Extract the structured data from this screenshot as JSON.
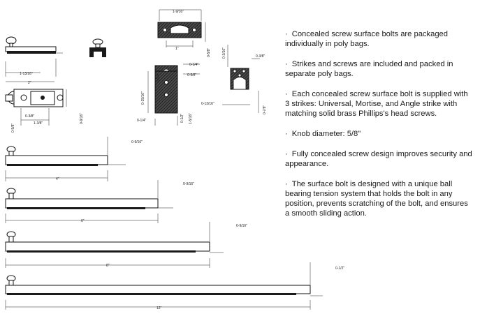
{
  "features": [
    {
      "bullet": "·",
      "text": "Concealed screw surface bolts are packaged individually in poly bags."
    },
    {
      "bullet": "·",
      "text": "Strikes and screws are included and packed in separate poly bags."
    },
    {
      "bullet": "·",
      "text": "Each concealed screw surface bolt is supplied with 3 strikes: Universal, Mortise, and Angle strike with matching solid brass Phillips's head screws."
    },
    {
      "bullet": "·",
      "text": "Knob diameter: 5/8\""
    },
    {
      "bullet": "·",
      "text": "Fully concealed screw design improves security and appearance."
    },
    {
      "bullet": "·",
      "text": "The surface bolt is designed with a unique ball bearing tension system that holds the bolt in any position, prevents scratching of the bolt, and ensures a smooth sliding action."
    }
  ],
  "dimensions": {
    "knob_diameter": "0-5/8\"",
    "bolt_length_small": "1-13/16\"",
    "bolt_length_2": "2\"",
    "plate_3_8": "0-3/8\"",
    "plate_1_3_8": "1-3/8\"",
    "plate_height": "0-9/16\"",
    "strike_top_width": "1-9/16\"",
    "strike_top_inner": "1\"",
    "strike_top_height": "0-5/8\"",
    "angle_15_16": "0-15/16\"",
    "angle_1_4_a": "0-1/4\"",
    "angle_1_4_b": "0-1/4\"",
    "angle_1_4_c": "0-1/4\"",
    "angle_5_8": "0-5/8\"",
    "angle_1_2": "0-1/2\"",
    "angle_1_5_16": "1-5/16\"",
    "mortise_3_16": "0-3/16\"",
    "mortise_3_8": "0-3/8\"",
    "mortise_13_16": "0-13/16\"",
    "mortise_7_8": "0-7/8\"",
    "bolt4_height": "0-9/16\"",
    "bolt4_length": "4\"",
    "bolt6_height": "0-9/16\"",
    "bolt6_length": "6\"",
    "bolt8_height": "0-9/16\"",
    "bolt8_length": "8\"",
    "bolt12_height": "0-1/2\"",
    "bolt12_length": "12\""
  }
}
